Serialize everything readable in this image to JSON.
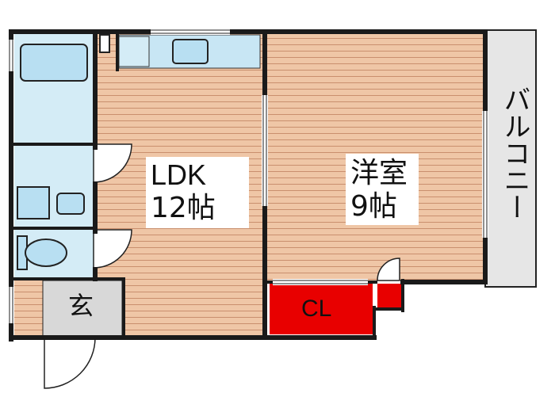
{
  "rooms": {
    "ldk": {
      "name": "LDK",
      "size": "12帖"
    },
    "bedroom": {
      "name": "洋室",
      "size": "9帖"
    },
    "closet": {
      "name": "CL"
    },
    "entrance": {
      "name": "玄"
    },
    "balcony": {
      "name": "バルコニー"
    }
  },
  "colors": {
    "floor": "#e9b899",
    "floor_line": "#c98f6e",
    "wet_area": "#d4ecf6",
    "fixture": "#b8dff2",
    "closet": "#e80000",
    "entrance": "#d8d8d8",
    "balcony": "#e6e6e6",
    "wall": "#1a1a1a"
  }
}
